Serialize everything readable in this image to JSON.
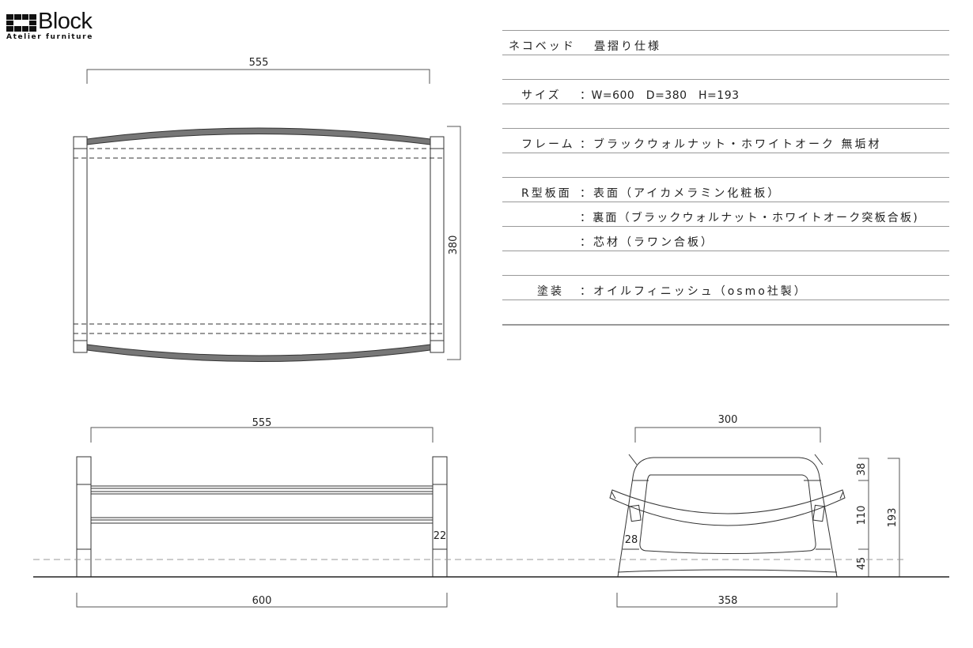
{
  "logo": {
    "name": "Block",
    "tagline": "Atelier furniture"
  },
  "spec": {
    "title": "ネコベッド",
    "subtitle": "畳摺り仕様",
    "rows": [
      {
        "label": "サイズ",
        "value": "：W=600　D=380　H=193"
      },
      {
        "label": "フレーム",
        "value": "：ブラックウォルナット・ホワイトオーク 無垢材"
      },
      {
        "label": "R型板面",
        "value": "：表面（アイカメラミン化粧板）"
      },
      {
        "label": "",
        "value": "：裏面（ブラックウォルナット・ホワイトオーク突板合板)"
      },
      {
        "label": "",
        "value": "：芯材（ラワン合板）"
      },
      {
        "label": "塗装",
        "value": "：オイルフィニッシュ（osmo社製）"
      }
    ]
  },
  "dimensions": {
    "top_width": "555",
    "top_depth": "380",
    "side_inner": "555",
    "side_total": "600",
    "side_rail": "22",
    "front_top": "300",
    "front_bottom": "358",
    "front_h1": "38",
    "front_h2": "110",
    "front_h3": "45",
    "front_total": "193",
    "front_leg": "28"
  }
}
